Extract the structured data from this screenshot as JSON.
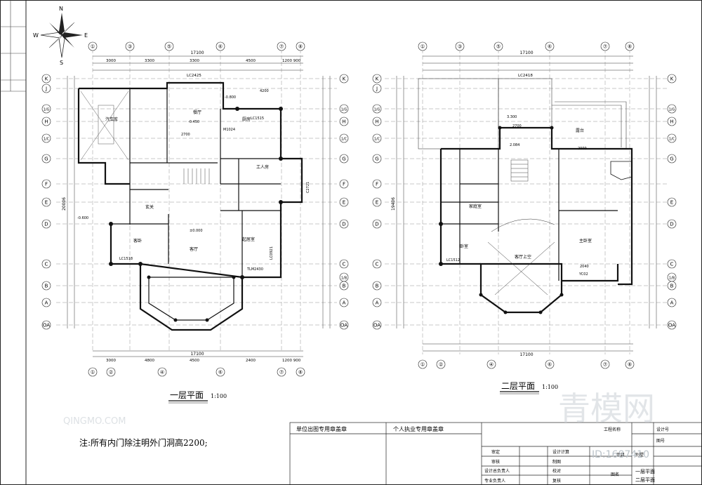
{
  "north_arrow": {
    "n": "N",
    "s": "S",
    "e": "E",
    "w": "W"
  },
  "plan1": {
    "title": "一层平面",
    "scale": "1:100",
    "top_axes": [
      "①",
      "③",
      "⑤",
      "⑥",
      "⑦",
      "⑧"
    ],
    "bottom_axes": [
      "①",
      "②",
      "④",
      "⑥",
      "⑦",
      "⑧"
    ],
    "left_axes": [
      "K",
      "J",
      "1/G",
      "H",
      "1/C",
      "G",
      "F",
      "E",
      "D",
      "C",
      "B",
      "A",
      "OA"
    ],
    "right_axes": [
      "K",
      "1/G",
      "H",
      "1/C",
      "G",
      "F",
      "E",
      "D",
      "C",
      "1/B",
      "B",
      "A",
      "OA"
    ],
    "top_total": "17100",
    "top_dims": [
      "3000",
      "3300",
      "3300",
      "4500",
      "1200",
      "900"
    ],
    "bottom_total": "17100",
    "bottom_dims": [
      "3000",
      "4800",
      "4500",
      "2400",
      "1200",
      "900"
    ],
    "left_total": "20006",
    "rooms": [
      {
        "name": "汽车库",
        "id": "garage"
      },
      {
        "name": "餐厅",
        "id": "dining"
      },
      {
        "name": "厨房",
        "id": "kitchen"
      },
      {
        "name": "工人房",
        "id": "servant"
      },
      {
        "name": "玄关",
        "id": "foyer"
      },
      {
        "name": "客卧",
        "id": "guest"
      },
      {
        "name": "客厅",
        "id": "living"
      },
      {
        "name": "起居室",
        "id": "family"
      }
    ],
    "labels": [
      "LC2425",
      "LC1515",
      "M1024",
      "LC1518",
      "TLM2430",
      "LC0921",
      "C2721",
      "±0.000",
      "-0.450",
      "-0.600",
      "-0.800",
      "2700",
      "4200"
    ]
  },
  "plan2": {
    "title": "二层平面",
    "scale": "1:100",
    "top_axes": [
      "①",
      "③",
      "⑤",
      "⑥",
      "⑦",
      "⑧"
    ],
    "bottom_axes": [
      "①",
      "②",
      "④",
      "⑥",
      "⑦",
      "⑧"
    ],
    "left_axes": [
      "K",
      "J",
      "1/G",
      "H",
      "1/C",
      "G",
      "F",
      "E",
      "D",
      "C",
      "B",
      "A",
      "OA"
    ],
    "right_axes": [
      "K",
      "1/G",
      "H",
      "1/C",
      "G",
      "E",
      "D",
      "C",
      "1/B",
      "B",
      "A",
      "OA"
    ],
    "top_total": "17100",
    "bottom_total": "17100",
    "left_total": "19406",
    "rooms": [
      {
        "name": "露台",
        "id": "terrace"
      },
      {
        "name": "家庭室",
        "id": "family-room"
      },
      {
        "name": "卧室",
        "id": "bedroom"
      },
      {
        "name": "客厅上空",
        "id": "void"
      },
      {
        "name": "主卧室",
        "id": "master"
      }
    ],
    "labels": [
      "LC2418",
      "LC1512",
      "3.300",
      "2.084",
      "YC02",
      "2000",
      "2040",
      "2700"
    ]
  },
  "note": "注:所有内门除注明外门洞高2200;",
  "title_block": {
    "unit_stamp": "单位出图专用章盖章",
    "personal_stamp": "个人执业专用章盖章",
    "project_name_label": "工程名称",
    "design_no_label": "设计号",
    "drawing_no_label": "图号",
    "item_label": "项目",
    "item_value": "别墅",
    "drawing_name_label": "图名",
    "drawing_name_1": "一层平面",
    "drawing_name_2": "二层平面",
    "rows": [
      {
        "a": "审定",
        "b": "设计计算"
      },
      {
        "a": "审核",
        "b": "制图"
      },
      {
        "a": "设计总负责人",
        "b": "校对"
      },
      {
        "a": "专业负责人",
        "b": "复核"
      }
    ]
  },
  "watermark": {
    "brand": "青模网",
    "site": "QINGMO.COM",
    "id": "ID:1687410"
  }
}
